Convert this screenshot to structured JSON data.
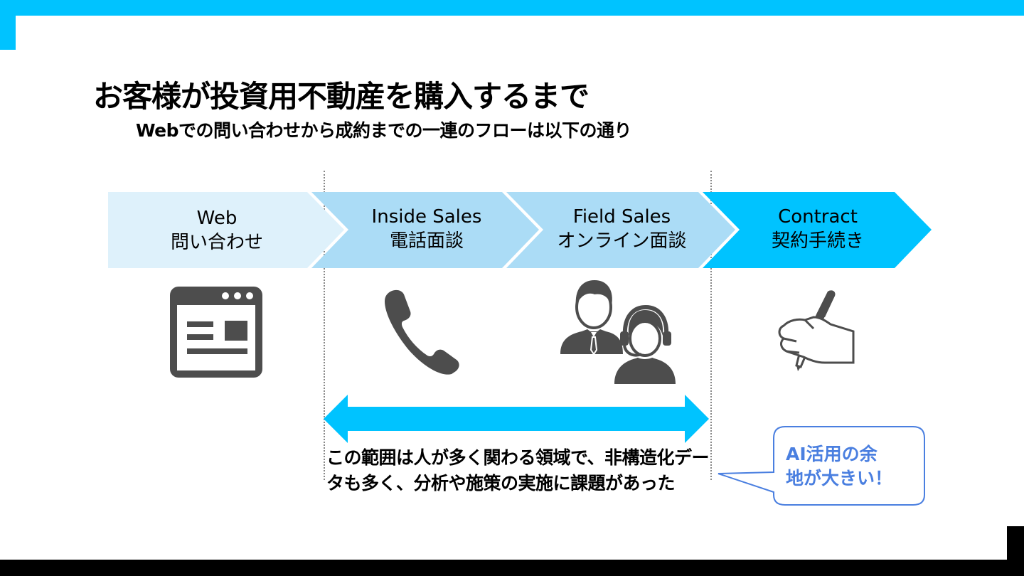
{
  "slide": {
    "title": "お客様が投資用不動産を購入するまで",
    "subtitle": "Webでの問い合わせから成約までの一連のフローは以下の通り"
  },
  "steps": [
    {
      "line1": "Web",
      "line2": "問い合わせ",
      "fill": "#def1fb",
      "text_color": "#000000",
      "icon": "browser-window-icon"
    },
    {
      "line1": "Inside Sales",
      "line2": "電話面談",
      "fill": "#abdcf6",
      "text_color": "#000000",
      "icon": "phone-handset-icon"
    },
    {
      "line1": "Field Sales",
      "line2": "オンライン面談",
      "fill": "#abdcf6",
      "text_color": "#000000",
      "icon": "sales-people-icon"
    },
    {
      "line1": "Contract",
      "line2": "契約手続き",
      "fill": "#00c3ff",
      "text_color": "#000000",
      "icon": "pen-signing-icon"
    }
  ],
  "range_note": "この範囲は人が多く関わる領域で、非構造化データも多く、分析や施策の実施に課題があった",
  "callout": {
    "line1": "AI活用の余",
    "line2": "地が大きい！"
  },
  "colors": {
    "accent": "#00c3ff",
    "icon_gray": "#4d4d4d",
    "callout_text": "#4a7fe0",
    "callout_border": "#4a7fe0"
  }
}
